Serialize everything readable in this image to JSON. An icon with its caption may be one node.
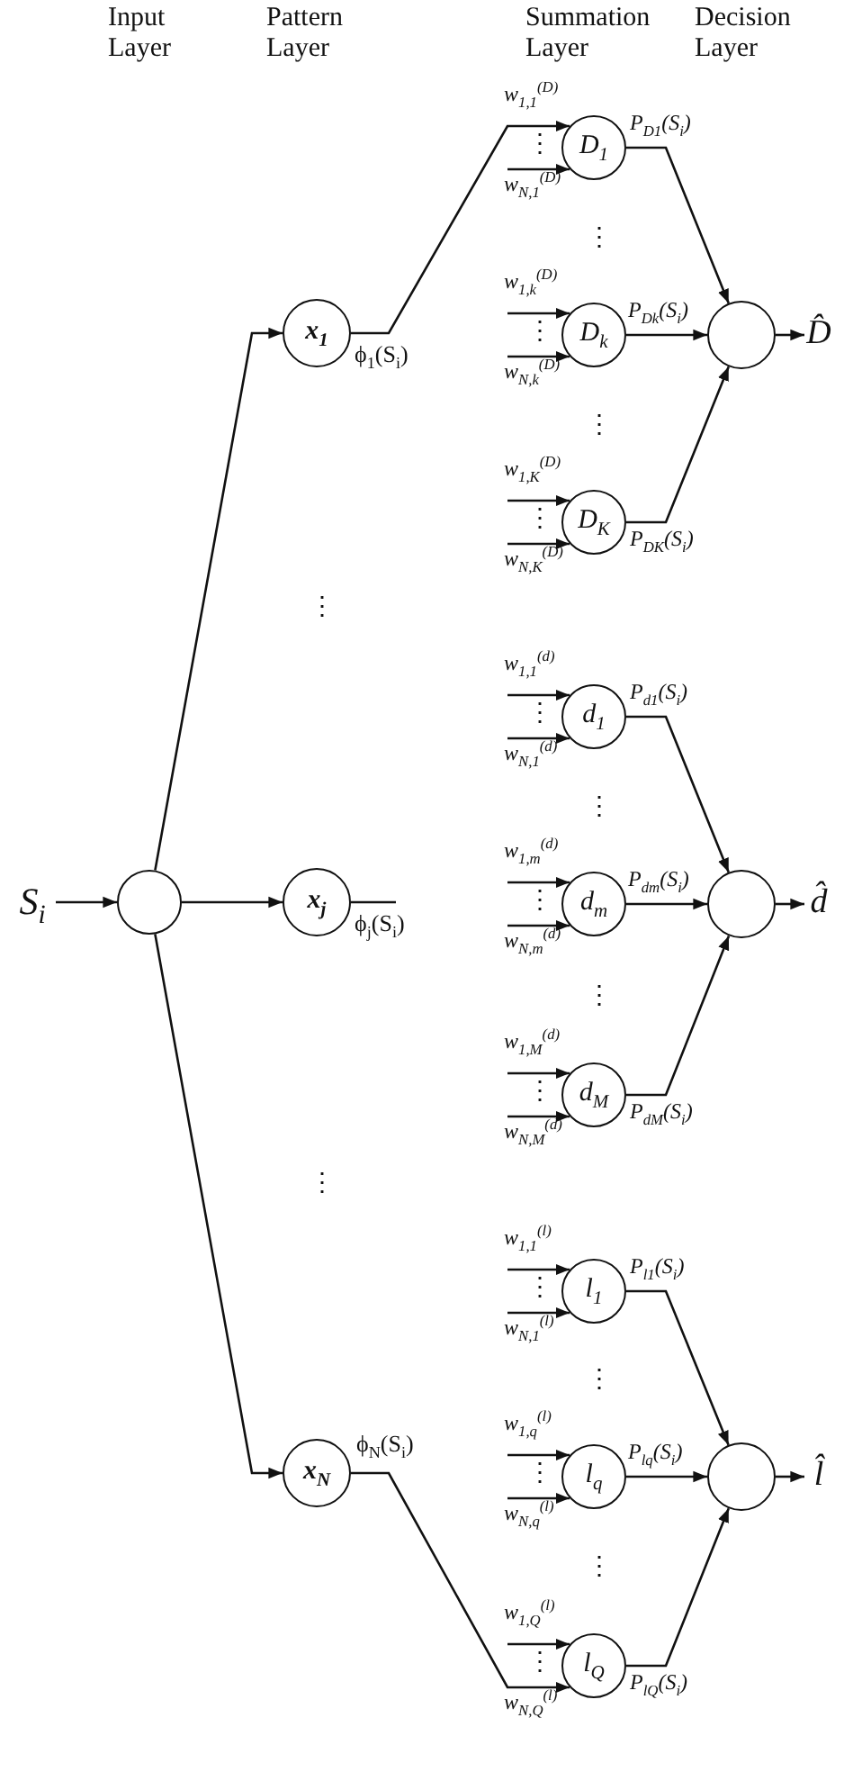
{
  "diagram": {
    "nodes": [
      {
        "text": [
          "S$_{i}$"
        ]
      },
      {
        "text": [],
        "shape": "circle"
      },
      {
        "text": [
          "x$_{1}$"
        ],
        "beside": [
          "ϕ$_{1}$(S$_{i}$)"
        ]
      },
      {
        "text": [
          "x$_{j}$"
        ],
        "beside": [
          "ϕ$_{j}$(S$_{i}$)"
        ]
      },
      {
        "text": [
          "x$_{N}$"
        ],
        "beside": [
          "ϕ$_{N}$(S$_{i}$)"
        ]
      },
      {
        "text": [
          "D$_{1}$"
        ]
      },
      {
        "text": [
          "D$_{k}$"
        ]
      },
      {
        "text": [
          "D$_{K}$"
        ]
      },
      {
        "text": [
          "d$_{1}$"
        ]
      },
      {
        "text": [
          "d$_{m}$"
        ]
      },
      {
        "text": [
          "d$_{M}$"
        ]
      },
      {
        "text": [
          "l$_{1}$"
        ]
      },
      {
        "text": [
          "l$_{q}$"
        ]
      },
      {
        "text": [
          "l$_{Q}$"
        ]
      },
      {
        "text": [],
        "shape": "circle"
      },
      {
        "text": [
          "D̂"
        ]
      },
      {
        "text": [],
        "shape": "circle"
      },
      {
        "text": [
          "d̂"
        ]
      },
      {
        "text": [],
        "shape": "circle"
      },
      {
        "text": [
          "l̂"
        ]
      }
    ],
    "edges": [
      {
        "from": 0,
        "to": 1,
        "arrow": "to"
      },
      {
        "from": 1,
        "to": 2,
        "arrow": "to"
      },
      {
        "from": 1,
        "to": 3,
        "arrow": "to"
      },
      {
        "from": 1,
        "to": 4,
        "arrow": "to"
      },
      {
        "from": 3,
        "to": null,
        "arrow": "none"
      },
      {
        "from": 2,
        "to": 5,
        "arrow": "to",
        "label": "w$_{1,1}$$^{(D)}$"
      },
      {
        "from": null,
        "to": 5,
        "arrow": "to",
        "label": "w$_{N,1}$$^{(D)}$"
      },
      {
        "from": null,
        "to": 6,
        "arrow": "to",
        "label": "w$_{1,k}$$^{(D)}$"
      },
      {
        "from": null,
        "to": 6,
        "arrow": "to",
        "label": "w$_{N,k}$$^{(D)}$"
      },
      {
        "from": null,
        "to": 7,
        "arrow": "to",
        "label": "w$_{1,K}$$^{(D)}$"
      },
      {
        "from": null,
        "to": 7,
        "arrow": "to",
        "label": "w$_{N,K}$$^{(D)}$"
      },
      {
        "from": null,
        "to": 8,
        "arrow": "to",
        "label": "w$_{1,1}$$^{(d)}$"
      },
      {
        "from": null,
        "to": 8,
        "arrow": "to",
        "label": "w$_{N,1}$$^{(d)}$"
      },
      {
        "from": null,
        "to": 9,
        "arrow": "to",
        "label": "w$_{1,m}$$^{(d)}$"
      },
      {
        "from": null,
        "to": 9,
        "arrow": "to",
        "label": "w$_{N,m}$$^{(d)}$"
      },
      {
        "from": null,
        "to": 10,
        "arrow": "to",
        "label": "w$_{1,M}$$^{(d)}$"
      },
      {
        "from": null,
        "to": 10,
        "arrow": "to",
        "label": "w$_{N,M}$$^{(d)}$"
      },
      {
        "from": null,
        "to": 11,
        "arrow": "to",
        "label": "w$_{1,1}$$^{(l)}$"
      },
      {
        "from": null,
        "to": 11,
        "arrow": "to",
        "label": "w$_{N,1}$$^{(l)}$"
      },
      {
        "from": null,
        "to": 12,
        "arrow": "to",
        "label": "w$_{1,q}$$^{(l)}$"
      },
      {
        "from": null,
        "to": 12,
        "arrow": "to",
        "label": "w$_{N,q}$$^{(l)}$"
      },
      {
        "from": null,
        "to": 13,
        "arrow": "to",
        "label": "w$_{1,Q}$$^{(l)}$"
      },
      {
        "from": 4,
        "to": 13,
        "arrow": "to",
        "label": "w$_{N,Q}$$^{(l)}$"
      },
      {
        "from": 5,
        "to": 14,
        "arrow": "to",
        "label": "P$_{D1}$(S$_{i}$)"
      },
      {
        "from": 6,
        "to": 14,
        "arrow": "to",
        "label": "P$_{Dk}$(S$_{i}$)"
      },
      {
        "from": 7,
        "to": 14,
        "arrow": "to",
        "label": "P$_{DK}$(S$_{i}$)"
      },
      {
        "from": 8,
        "to": 16,
        "arrow": "to",
        "label": "P$_{d1}$(S$_{i}$)"
      },
      {
        "from": 9,
        "to": 16,
        "arrow": "to",
        "label": "P$_{dm}$(S$_{i}$)"
      },
      {
        "from": 10,
        "to": 16,
        "arrow": "to",
        "label": "P$_{dM}$(S$_{i}$)"
      },
      {
        "from": 11,
        "to": 18,
        "arrow": "to",
        "label": "P$_{l1}$(S$_{i}$)"
      },
      {
        "from": 12,
        "to": 18,
        "arrow": "to",
        "label": "P$_{lq}$(S$_{i}$)"
      },
      {
        "from": 13,
        "to": 18,
        "arrow": "to",
        "label": "P$_{lQ}$(S$_{i}$)"
      },
      {
        "from": 14,
        "to": 15,
        "arrow": "to"
      },
      {
        "from": 16,
        "to": 17,
        "arrow": "to"
      },
      {
        "from": 18,
        "to": 19,
        "arrow": "to"
      }
    ],
    "labels": [
      "Input Layer",
      "Pattern Layer",
      "Summation Layer",
      "Decision Layer",
      "⋮",
      "⋮",
      "⋮",
      "⋮",
      "⋮",
      "⋮",
      "⋮",
      "⋮",
      "⋮",
      "⋮",
      "⋮",
      "⋮",
      "⋮",
      "⋮",
      "⋮",
      "⋮",
      "⋮"
    ]
  }
}
